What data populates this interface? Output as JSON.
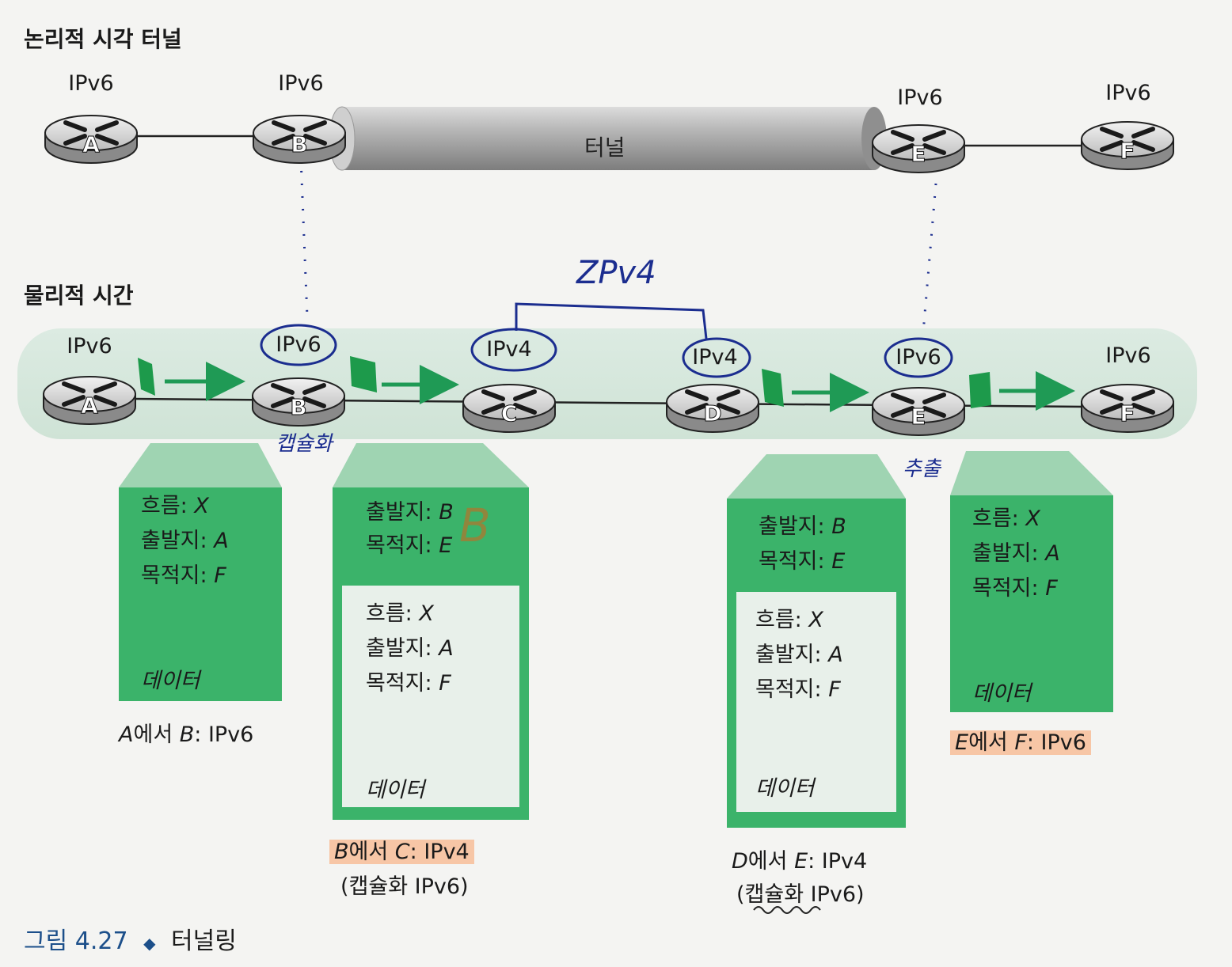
{
  "logical_view": {
    "title": "논리적 시각 터널",
    "tunnel_label": "터널",
    "routers": [
      {
        "id": "A",
        "proto": "IPv6"
      },
      {
        "id": "B",
        "proto": "IPv6"
      },
      {
        "id": "E",
        "proto": "IPv6"
      },
      {
        "id": "F",
        "proto": "IPv6"
      }
    ]
  },
  "physical_view": {
    "title": "물리적 시간",
    "routers": [
      {
        "id": "A",
        "proto": "IPv6"
      },
      {
        "id": "B",
        "proto": "IPv6"
      },
      {
        "id": "C",
        "proto": "IPv4"
      },
      {
        "id": "D",
        "proto": "IPv4"
      },
      {
        "id": "E",
        "proto": "IPv6"
      },
      {
        "id": "F",
        "proto": "IPv6"
      }
    ]
  },
  "handwriting": {
    "ipv4_bracket": "ZPv4",
    "under_b": "캡슐화",
    "under_e": "추출",
    "over_b_dest": "B"
  },
  "packets": [
    {
      "outer": [
        [
          "흐름: ",
          "X"
        ],
        [
          "출발지: ",
          "A"
        ],
        [
          "목적지: ",
          "F"
        ]
      ],
      "data": "데이터",
      "caption": "A에서 B: IPv6",
      "caption_parts": [
        "A",
        "에서 ",
        "B",
        ": IPv6"
      ]
    },
    {
      "outer": [
        [
          "출발지: ",
          "B"
        ],
        [
          "목적지: ",
          "E"
        ]
      ],
      "inner": [
        [
          "흐름: ",
          "X"
        ],
        [
          "출발지: ",
          "A"
        ],
        [
          "목적지: ",
          "F"
        ]
      ],
      "data": "데이터",
      "caption_parts": [
        "B",
        "에서 ",
        "C",
        ": IPv4"
      ],
      "sub": "(캡슐화 IPv6)"
    },
    {
      "outer": [
        [
          "출발지: ",
          "B"
        ],
        [
          "목적지: ",
          "E"
        ]
      ],
      "inner": [
        [
          "흐름: ",
          "X"
        ],
        [
          "출발지: ",
          "A"
        ],
        [
          "목적지: ",
          "F"
        ]
      ],
      "data": "데이터",
      "caption_parts": [
        "D",
        "에서 ",
        "E",
        ": IPv4"
      ],
      "sub": "(캡슐화 IPv6)"
    },
    {
      "outer": [
        [
          "흐름: ",
          "X"
        ],
        [
          "출발지: ",
          "A"
        ],
        [
          "목적지: ",
          "F"
        ]
      ],
      "data": "데이터",
      "caption_parts": [
        "E",
        "에서 ",
        "F",
        ": IPv6"
      ]
    }
  ],
  "figure_caption": {
    "number": "그림 4.27",
    "bullet": "◆",
    "title": "터널링"
  },
  "colors": {
    "packet_green": "#3bb36a",
    "inner_box": "#e8f0ea",
    "arrow": "#1f9a55",
    "highlight": "#f7c6a6",
    "pen": "#1b2d8f"
  }
}
